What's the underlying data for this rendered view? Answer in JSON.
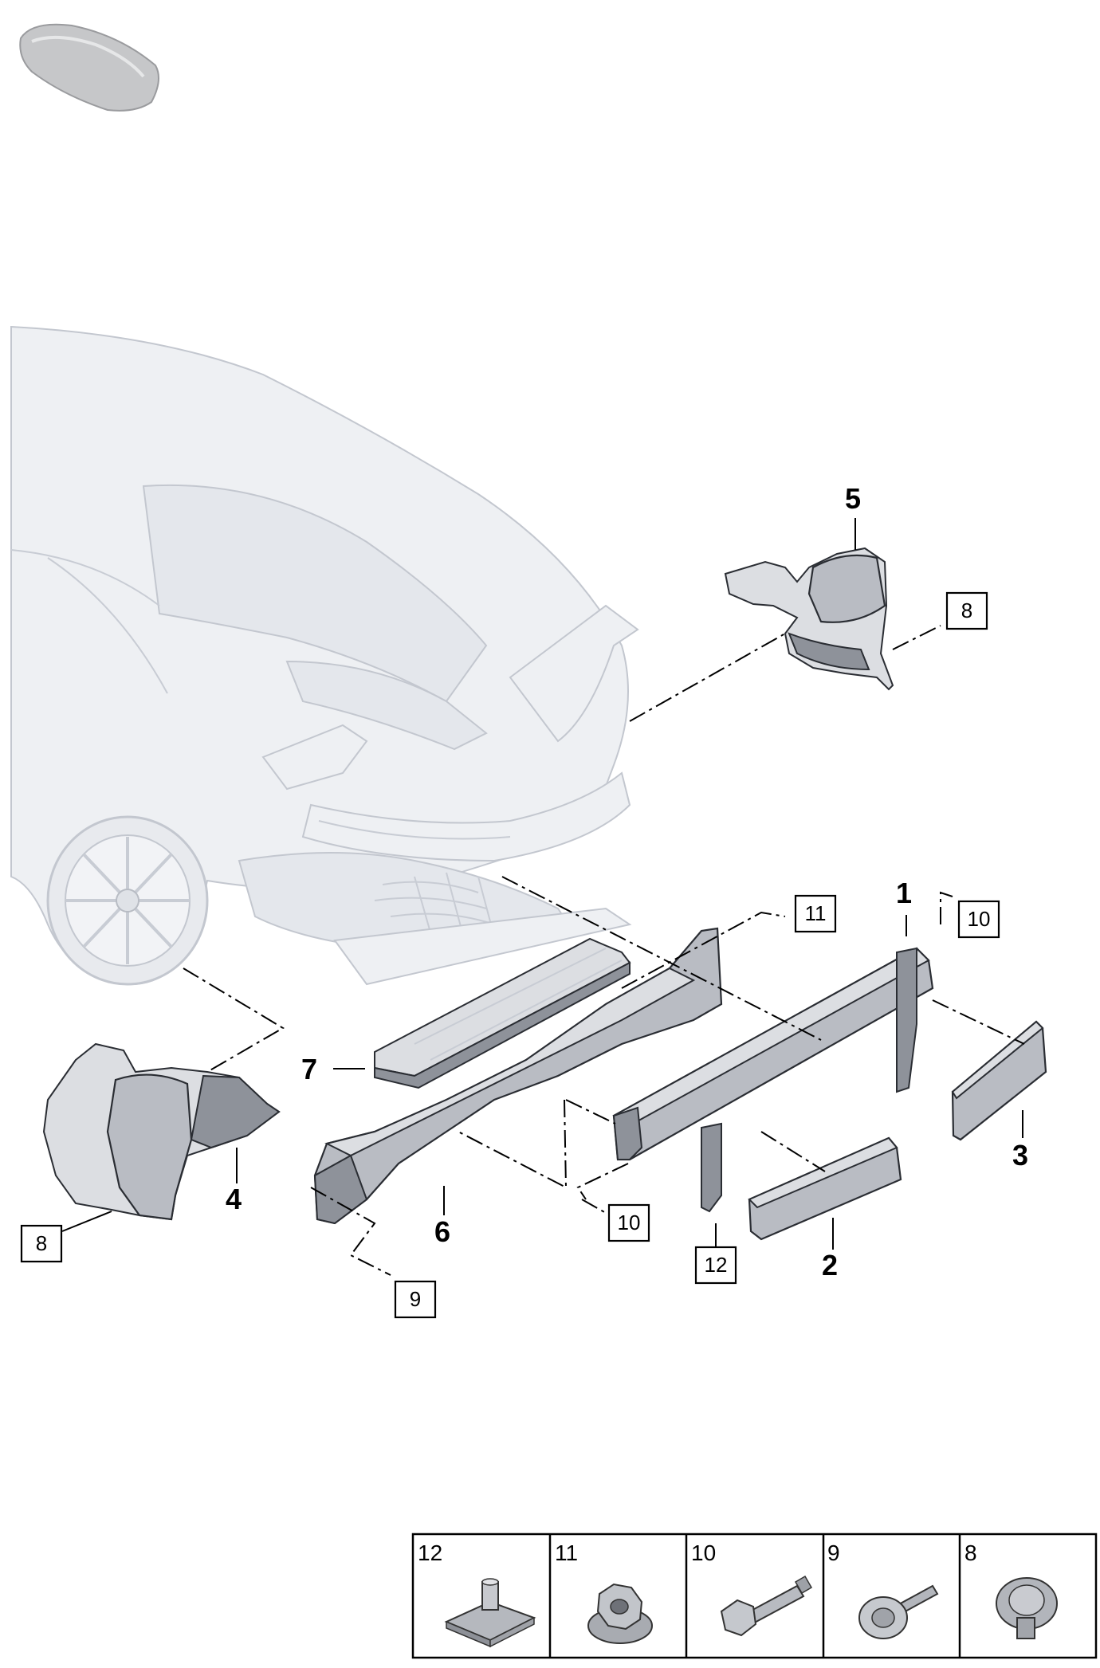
{
  "callouts": {
    "c1": "1",
    "c2": "2",
    "c3": "3",
    "c4": "4",
    "c5": "5",
    "c6": "6",
    "c7": "7"
  },
  "boxes": {
    "b8_top": "8",
    "b8_left": "8",
    "b9": "9",
    "b10_top": "10",
    "b10_mid": "10",
    "b11": "11",
    "b12": "12"
  },
  "fastener_table": [
    {
      "number": "12",
      "icon": "clip-nut-icon"
    },
    {
      "number": "11",
      "icon": "flange-nut-icon"
    },
    {
      "number": "10",
      "icon": "hex-bolt-icon"
    },
    {
      "number": "9",
      "icon": "washer-screw-icon"
    },
    {
      "number": "8",
      "icon": "flange-nut-icon"
    }
  ]
}
